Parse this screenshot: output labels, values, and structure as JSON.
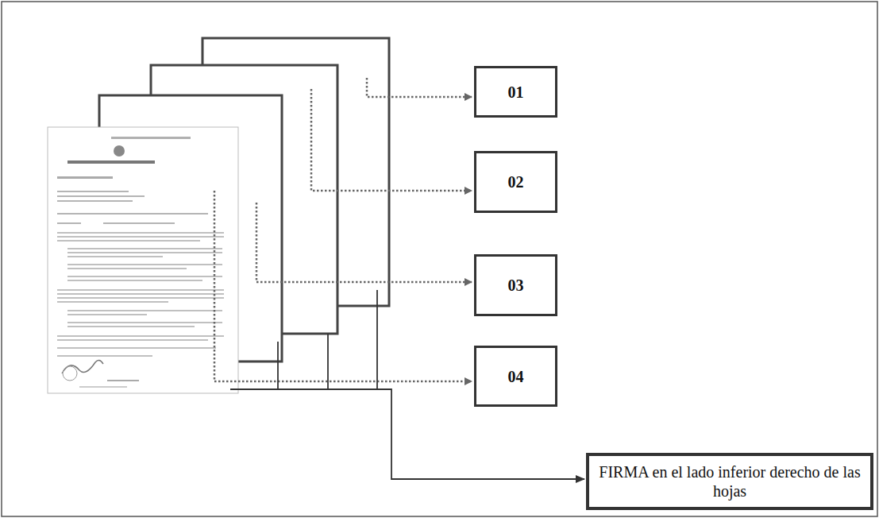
{
  "diagram": {
    "nodes": [
      {
        "text": [
          "01"
        ]
      },
      {
        "text": [
          "02"
        ]
      },
      {
        "text": [
          "03"
        ]
      },
      {
        "text": [
          "04"
        ]
      },
      {
        "text": [
          "FIRMA en el lado inferior derecho de las hojas"
        ]
      }
    ]
  }
}
